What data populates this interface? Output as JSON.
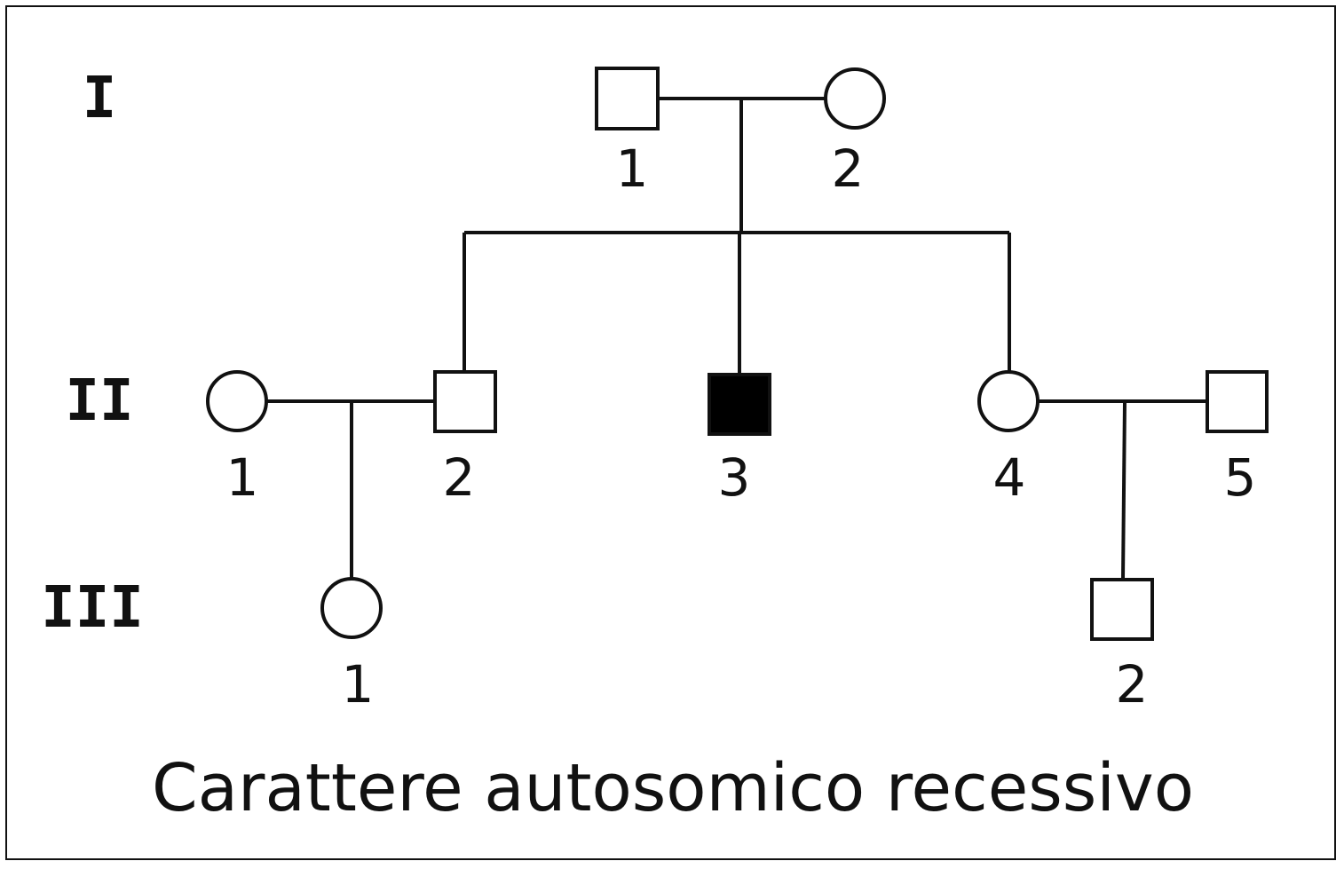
{
  "generations": [
    "I",
    "II",
    "III"
  ],
  "individuals": {
    "I_1": {
      "label": "1",
      "sex": "male",
      "affected": false
    },
    "I_2": {
      "label": "2",
      "sex": "female",
      "affected": false
    },
    "II_1": {
      "label": "1",
      "sex": "female",
      "affected": false
    },
    "II_2": {
      "label": "2",
      "sex": "male",
      "affected": false
    },
    "II_3": {
      "label": "3",
      "sex": "male",
      "affected": true
    },
    "II_4": {
      "label": "4",
      "sex": "female",
      "affected": false
    },
    "II_5": {
      "label": "5",
      "sex": "male",
      "affected": false
    },
    "III_1": {
      "label": "1",
      "sex": "female",
      "affected": false
    },
    "III_2": {
      "label": "2",
      "sex": "male",
      "affected": false
    }
  },
  "caption": "Carattere autosomico recessivo"
}
